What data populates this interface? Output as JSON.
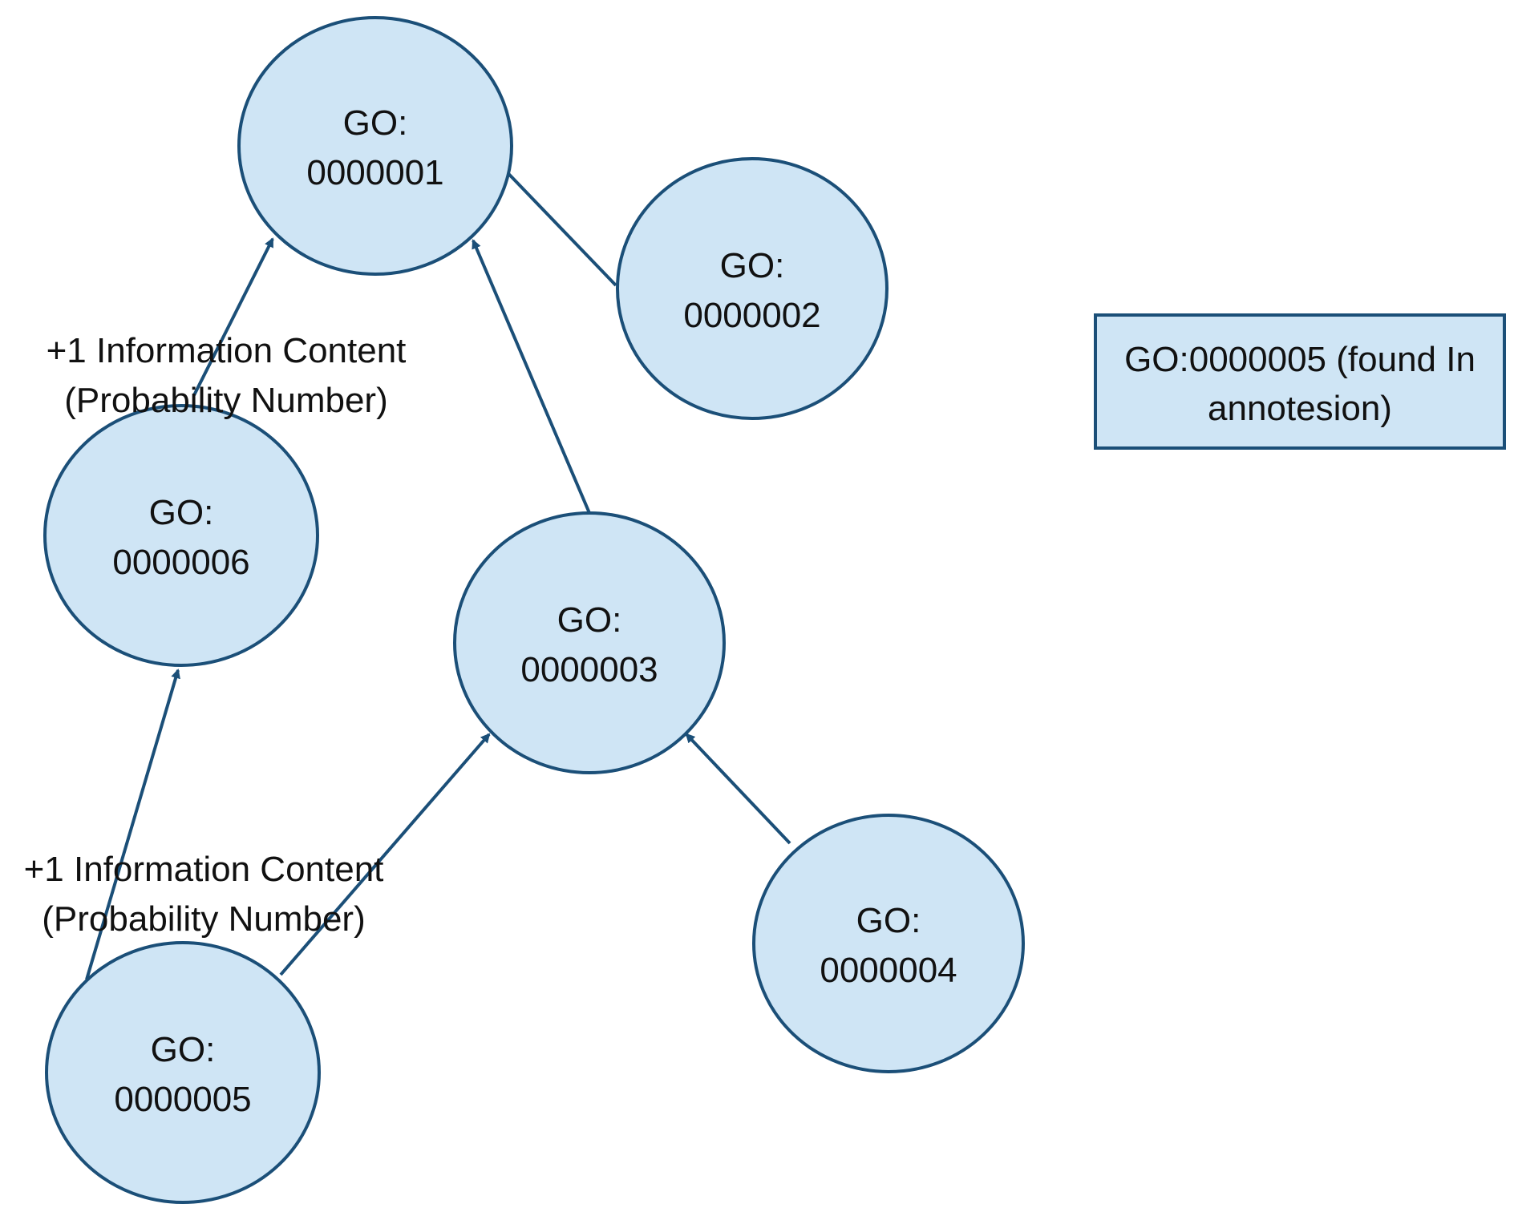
{
  "colors": {
    "node_fill": "#cfe5f5",
    "node_stroke": "#1b4f78",
    "edge": "#1b4f78",
    "text": "#111111"
  },
  "nodes": [
    {
      "id": "n1",
      "line1": "GO:",
      "line2": "0000001"
    },
    {
      "id": "n2",
      "line1": "GO:",
      "line2": "0000002"
    },
    {
      "id": "n3",
      "line1": "GO:",
      "line2": "0000003"
    },
    {
      "id": "n4",
      "line1": "GO:",
      "line2": "0000004"
    },
    {
      "id": "n5",
      "line1": "GO:",
      "line2": "0000005"
    },
    {
      "id": "n6",
      "line1": "GO:",
      "line2": "0000006"
    }
  ],
  "edges": [
    {
      "from": "n2",
      "to": "n1"
    },
    {
      "from": "n3",
      "to": "n1"
    },
    {
      "from": "n6",
      "to": "n1"
    },
    {
      "from": "n5",
      "to": "n6"
    },
    {
      "from": "n5",
      "to": "n3"
    },
    {
      "from": "n4",
      "to": "n3"
    }
  ],
  "edge_labels": [
    {
      "line1": "+1 Information Content",
      "line2": "(Probability Number)"
    },
    {
      "line1": "+1 Information Content",
      "line2": "(Probability Number)"
    }
  ],
  "legend": {
    "line1": "GO:0000005 (found In",
    "line2": "annotesion)"
  }
}
